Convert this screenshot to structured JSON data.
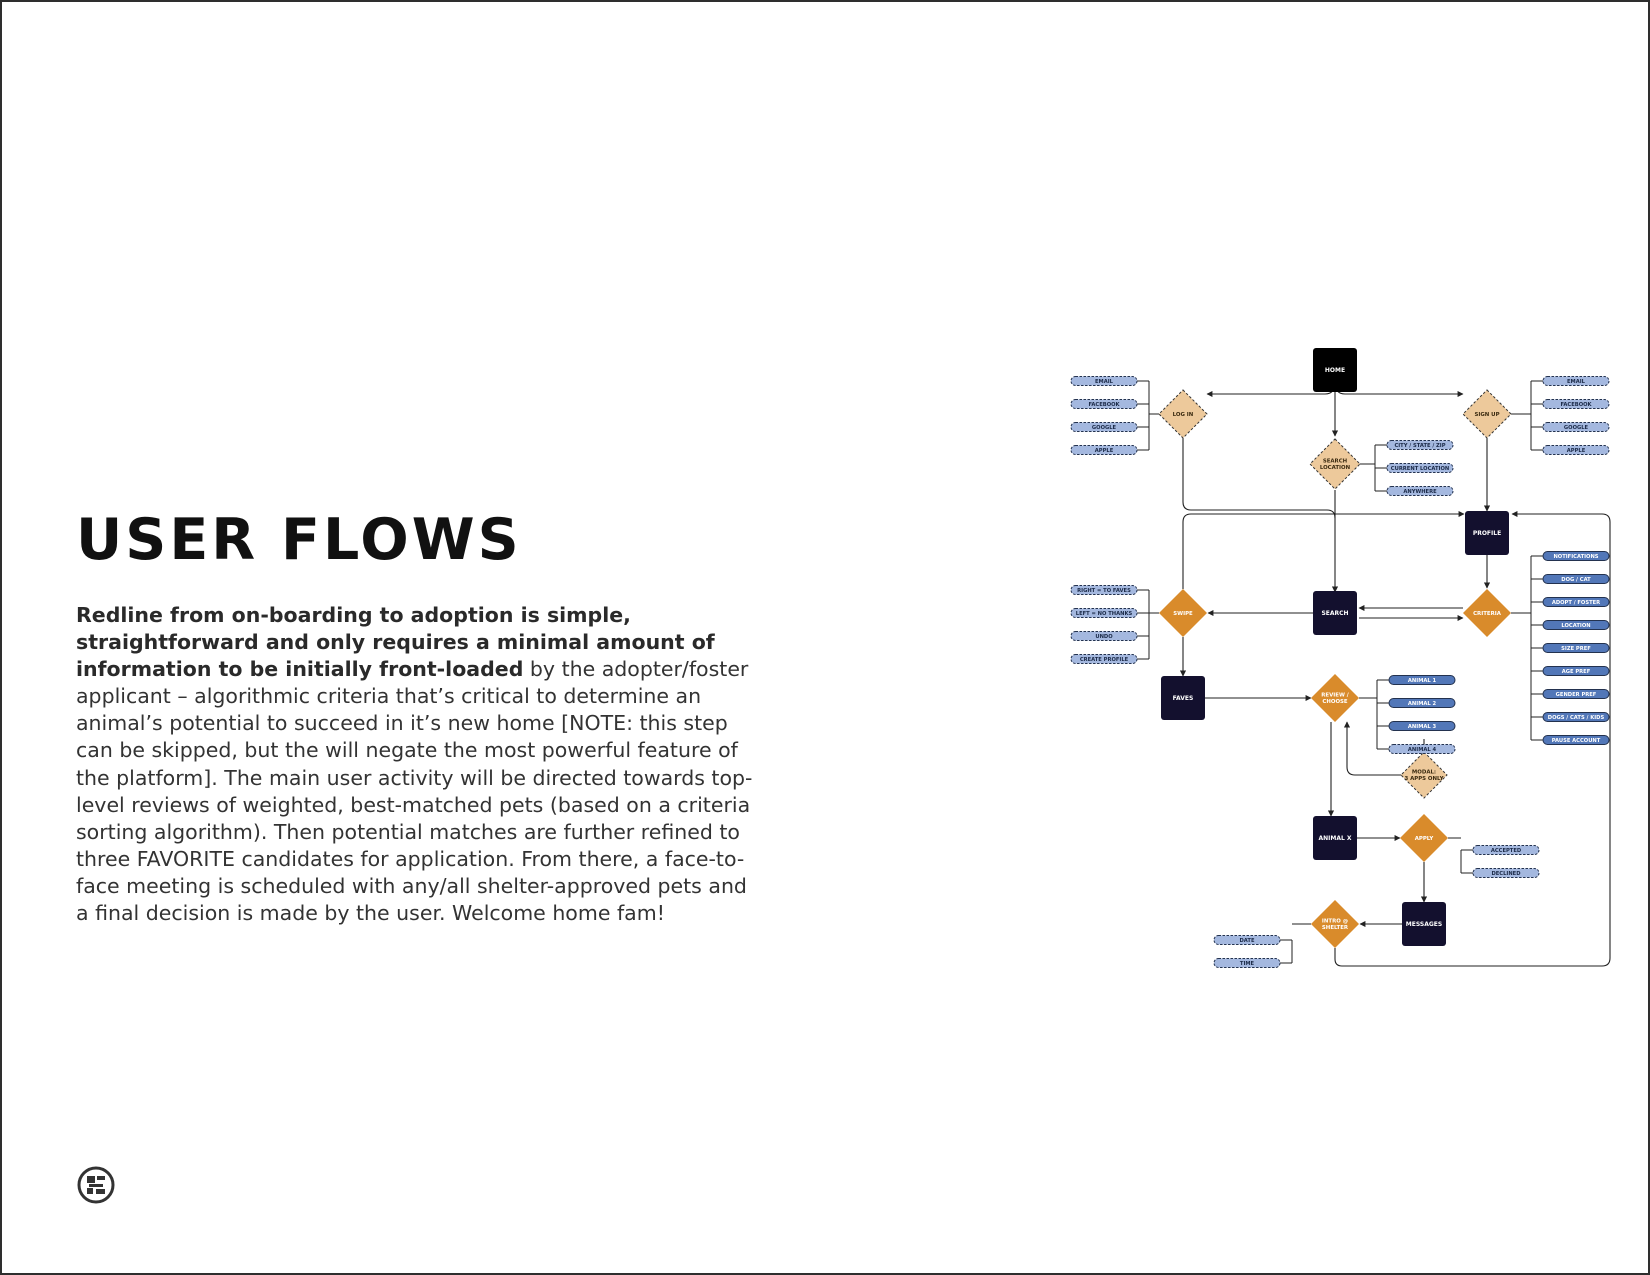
{
  "title": "USER FLOWS",
  "description": {
    "bold": "Redline from on-boarding to adoption is simple, straightforward and only requires a minimal amount of information to be initially front-loaded",
    "regular": " by the adopter/foster applicant – algorithmic criteria that’s critical to determine an animal’s potential to succeed in it’s new home [NOTE: this step can be skipped, but the will negate the most powerful feature of the platform]. The main user activity will be directed towards top-level reviews of weighted, best-matched pets (based on a criteria sorting algorithm). Then potential matches are further refined to three FAVORITE candidates for application. From there, a face-to-face meeting is scheduled with any/all shelter-approved pets and a final decision is made by the user. Welcome home fam!"
  },
  "flow": {
    "colors": {
      "screen": "#13102e",
      "home": "#000000",
      "decision": "#d98b2b",
      "decision_soft": "#edc99b",
      "pill": "#5277b8",
      "pill_soft": "#a4b8df",
      "line": "#222222"
    },
    "nodes": {
      "home": "HOME",
      "log_in": "LOG IN",
      "sign_up": "SIGN UP",
      "search_location": [
        "SEARCH",
        "LOCATION"
      ],
      "profile": "PROFILE",
      "swipe": "SWIPE",
      "search": "SEARCH",
      "criteria": "CRITERIA",
      "faves": "FAVES",
      "review_choose": [
        "REVIEW /",
        "CHOOSE"
      ],
      "modal": [
        "MODAL:",
        "3 APPS ONLY"
      ],
      "animal_x": "ANIMAL X",
      "apply": "APPLY",
      "messages": "MESSAGES",
      "intro_shelter": [
        "INTRO @",
        "SHELTER"
      ]
    },
    "login_options": [
      "EMAIL",
      "FACEBOOK",
      "GOOGLE",
      "APPLE"
    ],
    "signup_options": [
      "EMAIL",
      "FACEBOOK",
      "GOOGLE",
      "APPLE"
    ],
    "location_options": [
      "CITY / STATE / ZIP",
      "CURRENT LOCATION",
      "ANYWHERE"
    ],
    "swipe_options": [
      "RIGHT = TO FAVES",
      "LEFT = NO THANKS",
      "UNDO",
      "CREATE PROFILE"
    ],
    "criteria_options": [
      "NOTIFICATIONS",
      "DOG / CAT",
      "ADOPT / FOSTER",
      "LOCATION",
      "SIZE PREF",
      "AGE PREF",
      "GENDER PREF",
      "DOGS / CATS / KIDS",
      "PAUSE ACCOUNT"
    ],
    "animal_options": [
      "ANIMAL 1",
      "ANIMAL 2",
      "ANIMAL 3",
      "ANIMAL 4"
    ],
    "apply_options": [
      "ACCEPTED",
      "DECLINED"
    ],
    "intro_options": [
      "DATE",
      "TIME"
    ]
  }
}
